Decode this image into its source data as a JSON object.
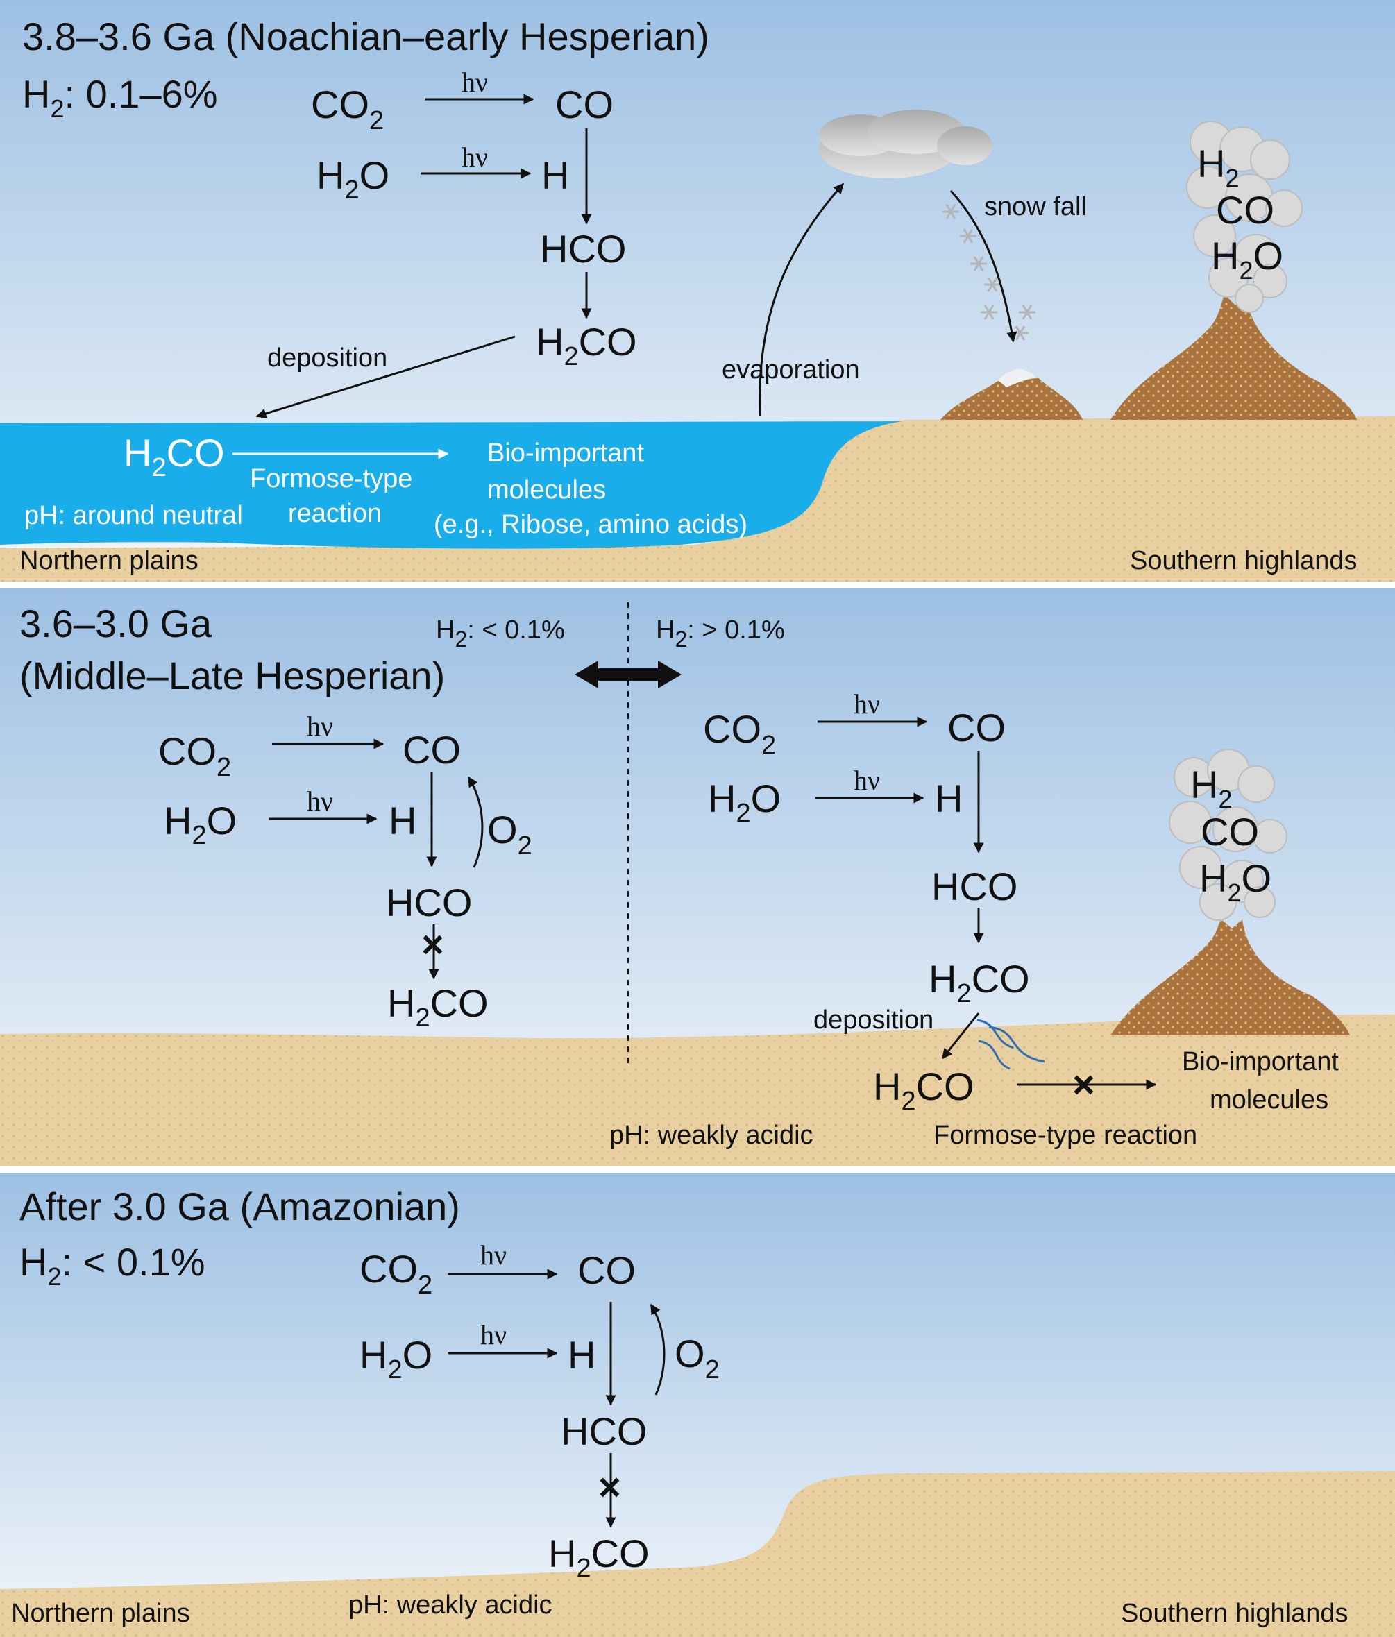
{
  "panel1": {
    "title": "3.8–3.6 Ga (Noachian–early Hesperian)",
    "h2_label": "H",
    "h2_sub": "2",
    "h2_value": ": 0.1–6%",
    "hv": "hν",
    "co2_main": "CO",
    "co2_sub": "2",
    "co": "CO",
    "h2o_a": "H",
    "h2o_sub": "2",
    "h2o_b": "O",
    "h": "H",
    "hco": "HCO",
    "h2co_a": "H",
    "h2co_sub": "2",
    "h2co_b": "CO",
    "deposition": "deposition",
    "evaporation": "evaporation",
    "snow_fall": "snow fall",
    "volcano_gas": {
      "h2_a": "H",
      "h2_sub": "2",
      "co": "CO",
      "h2o_a": "H",
      "h2o_sub": "2",
      "h2o_b": "O"
    },
    "ocean": {
      "h2co_a": "H",
      "h2co_sub": "2",
      "h2co_b": "CO",
      "reaction_line1": "Formose-type",
      "reaction_line2": "reaction",
      "products_line1": "Bio-important",
      "products_line2": "molecules",
      "examples": "(e.g., Ribose, amino acids)",
      "ph": "pH: around neutral"
    },
    "northern_plains": "Northern plains",
    "southern_highlands": "Southern highlands"
  },
  "panel2": {
    "title_line1": "3.6–3.0 Ga",
    "title_line2": "(Middle–Late Hesperian)",
    "low_h2_a": "H",
    "low_h2_sub": "2",
    "low_h2_b": ": < 0.1%",
    "high_h2_a": "H",
    "high_h2_sub": "2",
    "high_h2_b": ": > 0.1%",
    "hv": "hν",
    "left": {
      "co2_main": "CO",
      "co2_sub": "2",
      "co": "CO",
      "h2o_a": "H",
      "h2o_sub": "2",
      "h2o_b": "O",
      "h": "H",
      "o2_a": "O",
      "o2_sub": "2",
      "hco": "HCO",
      "h2co_a": "H",
      "h2co_sub": "2",
      "h2co_b": "CO",
      "blocked": "×"
    },
    "right": {
      "co2_main": "CO",
      "co2_sub": "2",
      "co": "CO",
      "h2o_a": "H",
      "h2o_sub": "2",
      "h2o_b": "O",
      "h": "H",
      "hco": "HCO",
      "h2co_a": "H",
      "h2co_sub": "2",
      "h2co_b": "CO",
      "deposition": "deposition",
      "ground_h2co_a": "H",
      "ground_h2co_sub": "2",
      "ground_h2co_b": "CO",
      "blocked": "×",
      "products_line1": "Bio-important",
      "products_line2": "molecules",
      "reaction": "Formose-type reaction"
    },
    "volcano_gas": {
      "h2_a": "H",
      "h2_sub": "2",
      "co": "CO",
      "h2o_a": "H",
      "h2o_sub": "2",
      "h2o_b": "O"
    },
    "ph": "pH: weakly acidic"
  },
  "panel3": {
    "title": "After 3.0 Ga (Amazonian)",
    "h2_label": "H",
    "h2_sub": "2",
    "h2_value": ": < 0.1%",
    "hv": "hν",
    "co2_main": "CO",
    "co2_sub": "2",
    "co": "CO",
    "h2o_a": "H",
    "h2o_sub": "2",
    "h2o_b": "O",
    "h": "H",
    "o2_a": "O",
    "o2_sub": "2",
    "hco": "HCO",
    "blocked": "×",
    "h2co_a": "H",
    "h2co_sub": "2",
    "h2co_b": "CO",
    "ph": "pH: weakly acidic",
    "northern_plains": "Northern plains",
    "southern_highlands": "Southern highlands"
  },
  "colors": {
    "sky_top": "#9dc0e3",
    "sky_bottom": "#eef4f9",
    "ocean": "#19aeea",
    "sand": "#e8cfa0",
    "volcano": "#a8733f",
    "cloud": "#c9c9c9"
  }
}
